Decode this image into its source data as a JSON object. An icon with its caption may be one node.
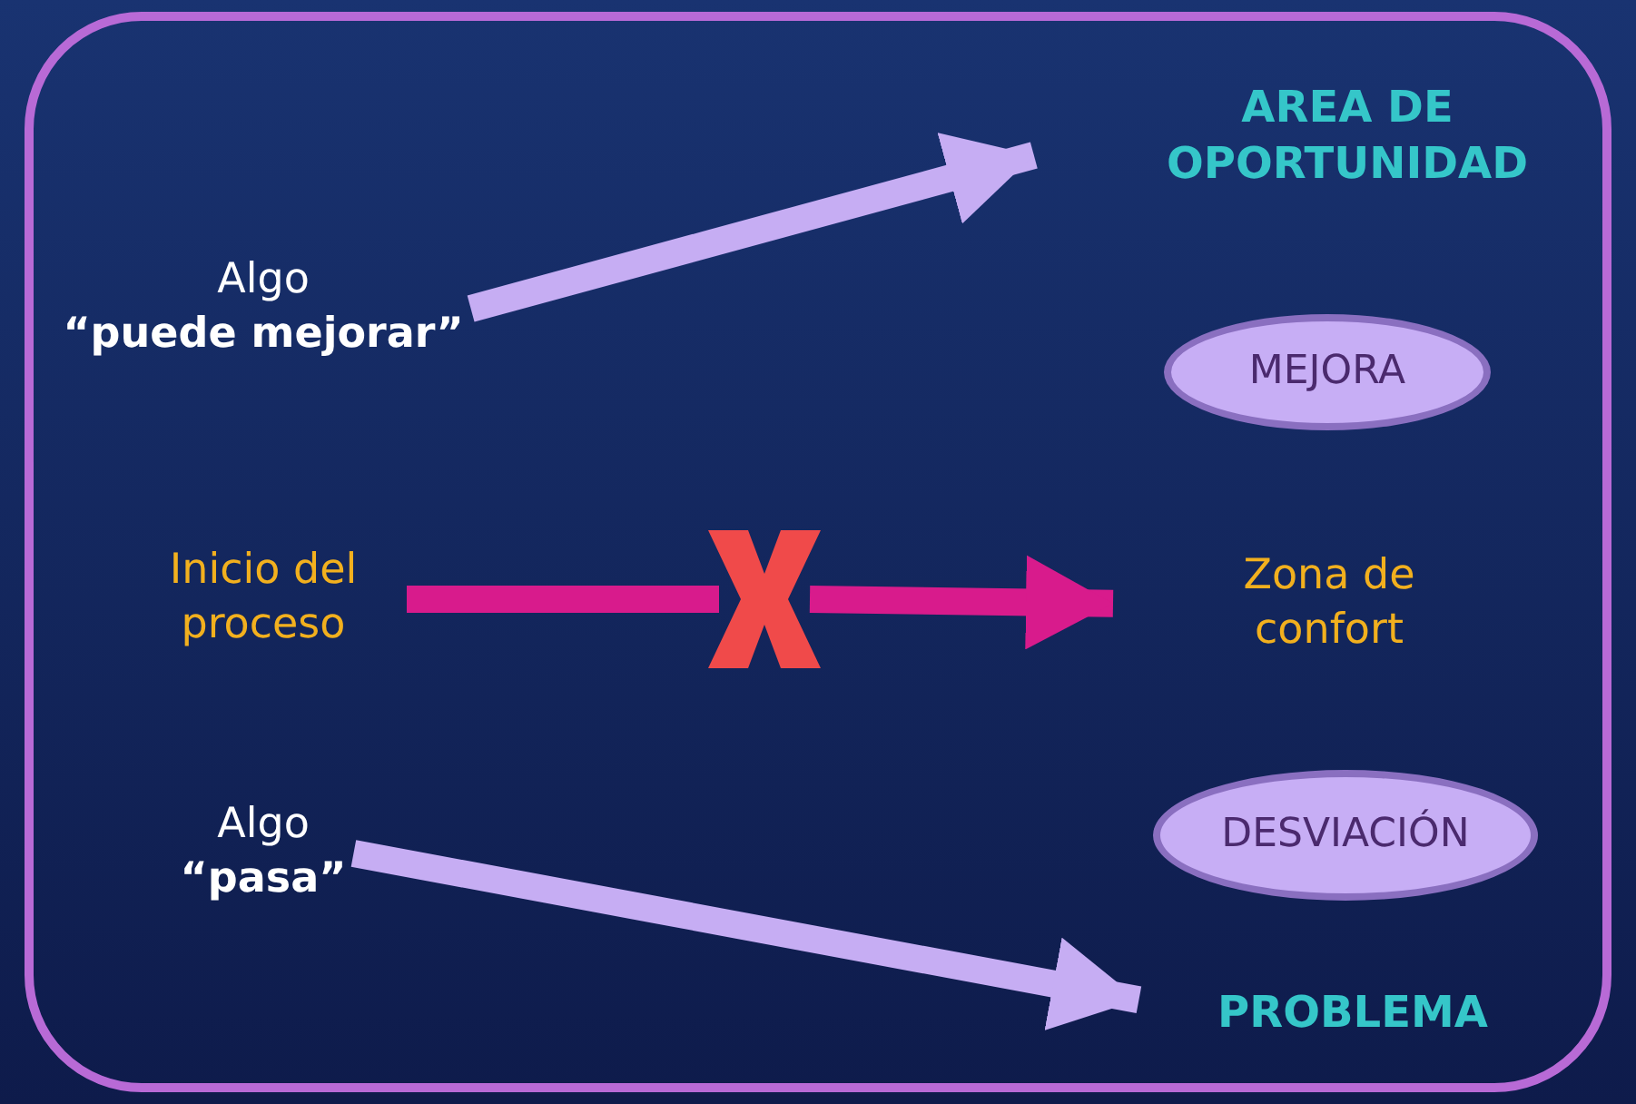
{
  "diagram": {
    "nodes": [
      {
        "text": [
          "AREA DE OPORTUNIDAD"
        ]
      },
      {
        "text": [
          "Algo",
          "“puede mejorar”"
        ]
      },
      {
        "text": [
          "MEJORA"
        ]
      },
      {
        "text": [
          "Inicio del proceso"
        ]
      },
      {
        "text": [],
        "shape": "cross"
      },
      {
        "text": [
          "Zona de confort"
        ]
      },
      {
        "text": [
          "Algo",
          "“pasa”"
        ]
      },
      {
        "text": [
          "DESVIACIÓN"
        ]
      },
      {
        "text": [
          "PROBLEMA"
        ]
      }
    ],
    "edges": [
      {
        "from": 1,
        "to": 0,
        "arrow": "to"
      },
      {
        "from": 3,
        "to": 4,
        "arrow": "none",
        "color": "#d81b8c"
      },
      {
        "from": 4,
        "to": 5,
        "arrow": "to",
        "color": "#d81b8c"
      },
      {
        "from": 6,
        "to": 8,
        "arrow": "to"
      }
    ]
  }
}
